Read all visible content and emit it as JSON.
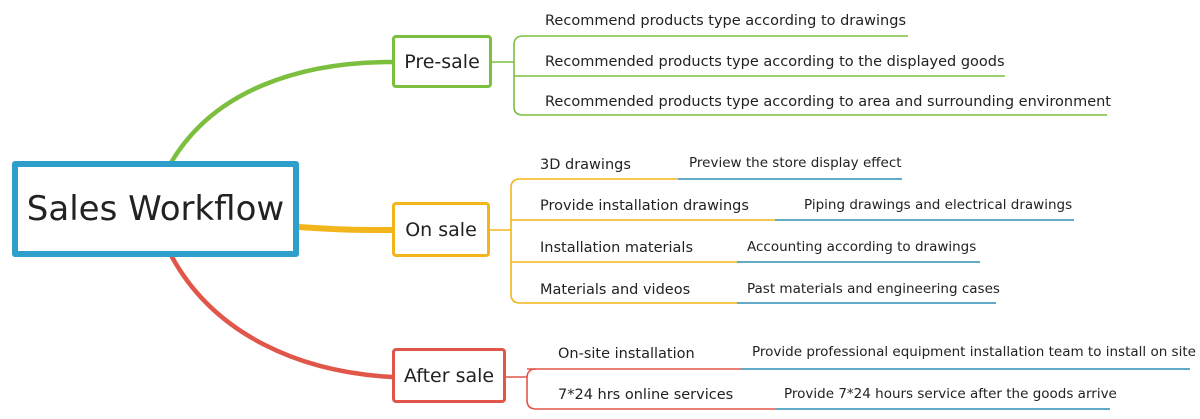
{
  "root": {
    "label": "Sales Workflow",
    "color": "#2e9fcb"
  },
  "branches": [
    {
      "label": "Pre-sale",
      "color": "#7cbf3f",
      "items": [
        "Recommend products type according to drawings",
        "Recommended products type according to the displayed goods",
        "Recommended products type according to area and surrounding environment"
      ]
    },
    {
      "label": "On sale",
      "color": "#f2b51c",
      "detail_color": "#2e8fb5",
      "items": [
        {
          "label": "3D drawings",
          "detail": "Preview the store display effect"
        },
        {
          "label": "Provide installation drawings",
          "detail": "Piping drawings and electrical drawings"
        },
        {
          "label": "Installation materials",
          "detail": "Accounting according to drawings"
        },
        {
          "label": "Materials and videos",
          "detail": "Past materials and engineering cases"
        }
      ]
    },
    {
      "label": "After sale",
      "color": "#e0574a",
      "detail_color": "#2e8fb5",
      "items": [
        {
          "label": "On-site installation",
          "detail": "Provide professional equipment installation team to install on site"
        },
        {
          "label": "7*24 hrs online services",
          "detail": "Provide 7*24 hours service after the goods arrive"
        }
      ]
    }
  ]
}
